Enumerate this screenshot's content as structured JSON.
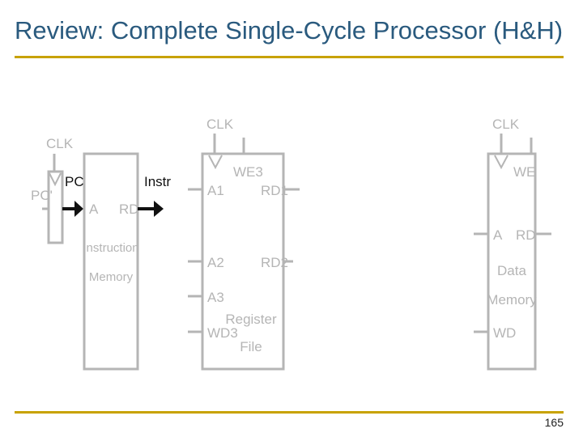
{
  "slide": {
    "title": "Review: Complete Single-Cycle Processor (H&H)",
    "page_number": "165"
  },
  "diagram": {
    "pc_register": {
      "clk": "CLK",
      "input": "PC'",
      "output": "PC"
    },
    "instruction_memory": {
      "port_a": "A",
      "port_rd": "RD",
      "name_line1": "Instruction",
      "name_line2": "Memory",
      "output": "Instr"
    },
    "register_file": {
      "clk": "CLK",
      "we": "WE3",
      "a1": "A1",
      "rd1": "RD1",
      "a2": "A2",
      "rd2": "RD2",
      "a3": "A3",
      "wd": "WD3",
      "name_line1": "Register",
      "name_line2": "File"
    },
    "data_memory": {
      "clk": "CLK",
      "we": "WE",
      "port_a": "A",
      "port_rd": "RD",
      "name_line1": "Data",
      "name_line2": "Memory",
      "wd": "WD"
    }
  }
}
